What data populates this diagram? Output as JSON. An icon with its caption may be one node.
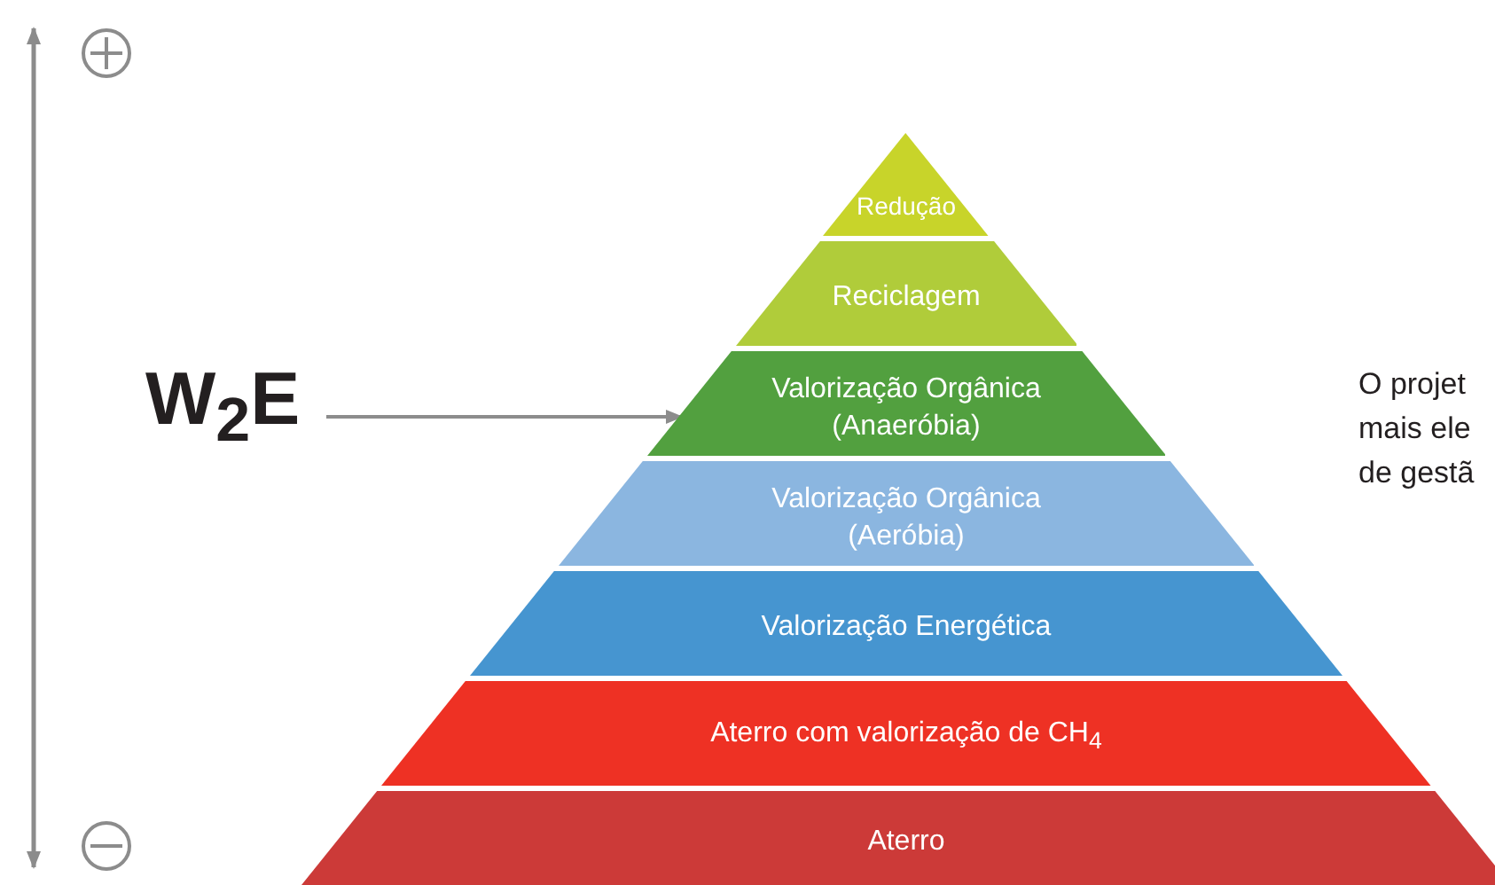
{
  "diagram": {
    "nodes": [
      {
        "text": [
          "W$_{2}$E"
        ]
      },
      {
        "text": [
          "Redução"
        ]
      },
      {
        "text": [
          "Reciclagem"
        ]
      },
      {
        "text": [
          "Valorização Orgânica (Anaeróbia)"
        ]
      },
      {
        "text": [
          "Valorização Orgânica (Aeróbia)"
        ]
      },
      {
        "text": [
          "Valorização Energética"
        ]
      },
      {
        "text": [
          "Aterro com valorização de CH$_{4}$"
        ]
      },
      {
        "text": [
          "Aterro"
        ]
      }
    ],
    "edges": [
      {
        "from": 0,
        "to": 3,
        "arrow": "to"
      }
    ],
    "labels": [
      "O projet mais ele de gestã"
    ]
  }
}
